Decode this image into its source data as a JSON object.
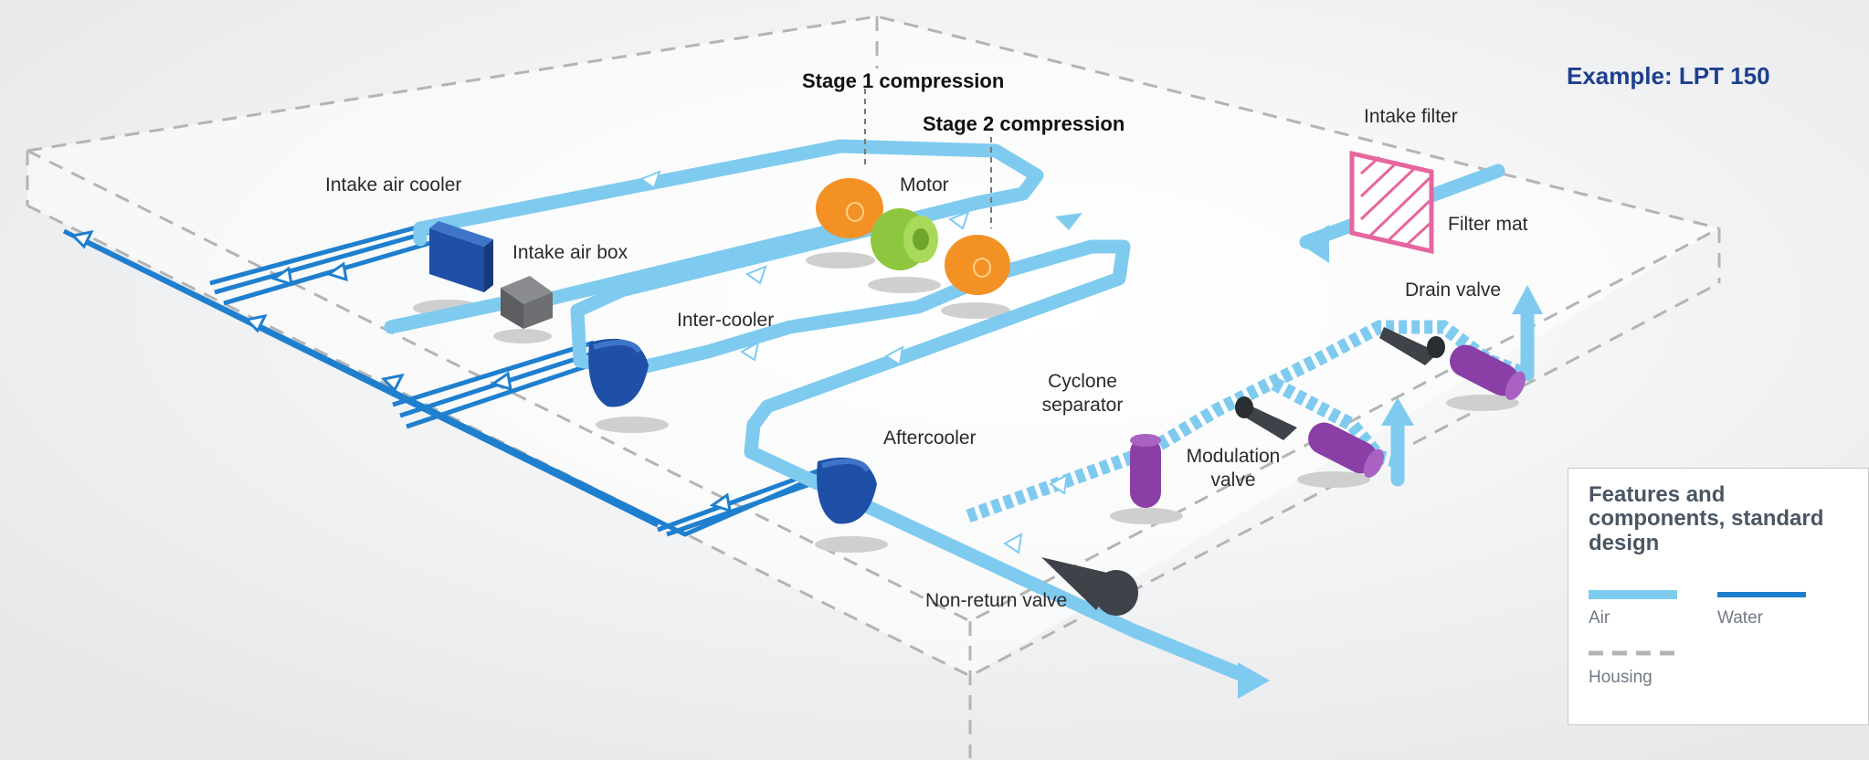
{
  "example_title": "Example: LPT 150",
  "labels": {
    "stage1": "Stage 1 compression",
    "stage2": "Stage 2 compression",
    "intake_air_cooler": "Intake air cooler",
    "motor": "Motor",
    "intake_air_box": "Intake air box",
    "inter_cooler": "Inter-cooler",
    "intake_filter": "Intake filter",
    "filter_mat": "Filter mat",
    "drain_valve": "Drain valve",
    "cyclone_separator_1": "Cyclone",
    "cyclone_separator_2": "separator",
    "aftercooler": "Aftercooler",
    "modulation_valve_1": "Modulation",
    "modulation_valve_2": "valve",
    "non_return_valve": "Non-return valve"
  },
  "legend": {
    "title": "Features and components, standard design",
    "items": [
      {
        "label": "Air",
        "color": "#7fcbef",
        "style": "solid"
      },
      {
        "label": "Water",
        "color": "#1f7fcf",
        "style": "solid"
      },
      {
        "label": "Housing",
        "color": "#b4b4b4",
        "style": "dashed"
      }
    ]
  },
  "colors": {
    "air": "#7fcbef",
    "water": "#1f7fcf",
    "housing": "#b4b4b4",
    "compressor": "#f39125",
    "motor": "#8ec63f",
    "cooler": "#1f4fa6",
    "valve": "#8a3fa6",
    "filter": "#e6669e",
    "nonreturn": "#3f4349",
    "intake_box": "#6d6f72"
  }
}
